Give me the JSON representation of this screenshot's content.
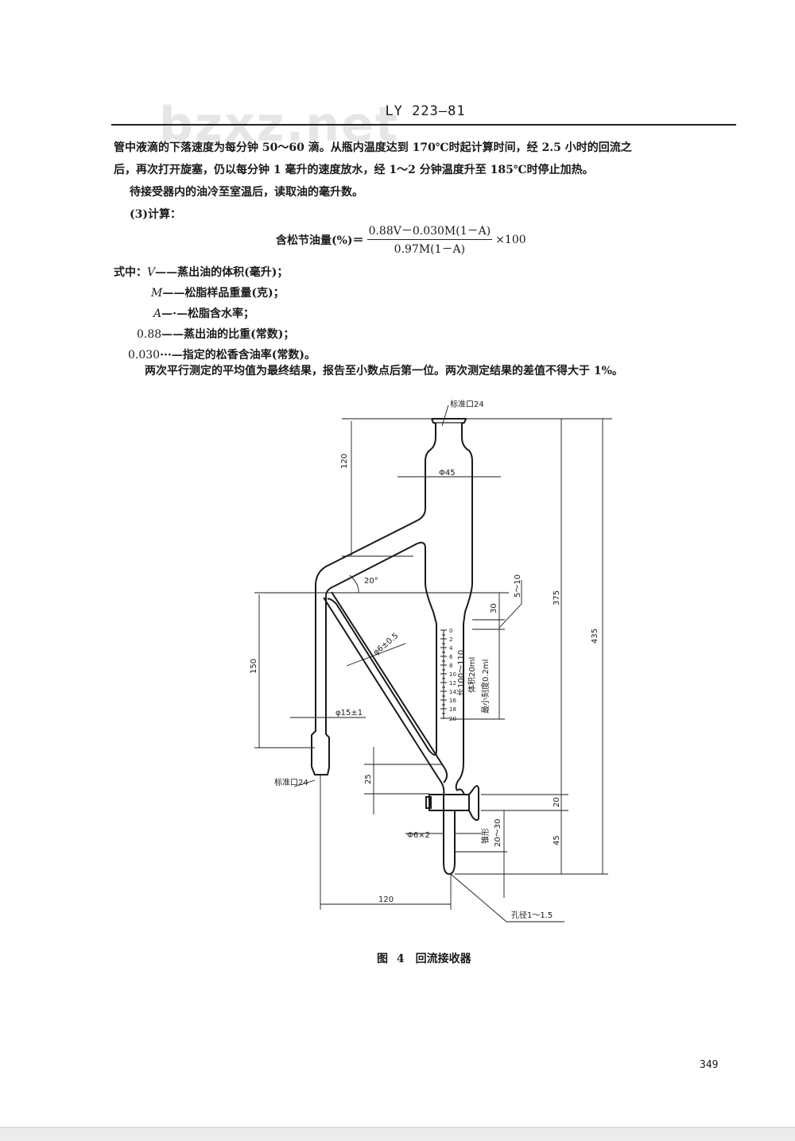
{
  "watermark": "bzxz.net",
  "header": {
    "standard_code": "LY 223—81"
  },
  "body": {
    "para1_line1": "管中液滴的下落速度为每分钟 50～60 滴。从瓶内温度达到 170℃时起计算时间，经 2.5 小时的回流之",
    "para1_line2": "后，再次打开旋塞，仍以每分钟 1 毫升的速度放水，经 1～2 分钟温度升至 185℃时停止加热。",
    "para2": "待接受器内的油冷至室温后，读取油的毫升数。",
    "section_calc": "(3)计算："
  },
  "formula": {
    "lhs": "含松节油量(%)＝",
    "numerator": "0.88V－0.030M(1－A)",
    "denominator": "0.97M(1－A)",
    "multiplier": "×100"
  },
  "definitions": {
    "intro": "式中：",
    "items": [
      {
        "symbol": "V",
        "desc": "——蒸出油的体积(毫升)；"
      },
      {
        "symbol": "M",
        "desc": "——松脂样品重量(克)；"
      },
      {
        "symbol": "A",
        "desc": "—·—松脂含水率；"
      },
      {
        "symbol": "0.88",
        "desc": "——蒸出油的比重(常数)；"
      },
      {
        "symbol": "0.030",
        "desc": "···—指定的松香含油率(常数)。"
      }
    ]
  },
  "conclusion": "两次平行测定的平均值为最终结果，报告至小数点后第一位。两次测定结果的差值不得大于 1%。",
  "figure": {
    "labels": {
      "top_joint": "标准口24",
      "side_joint": "标准口24",
      "dim_120_top": "120",
      "dim_phi45": "Φ45",
      "angle": "20°",
      "dim_150": "150",
      "dim_phi6": "φ6±0.5",
      "dim_phi15": "φ15±1",
      "dim_30": "30",
      "dim_5_10": "5～10",
      "grad_length": "长100～110",
      "grad_volume": "体积20ml",
      "grad_min": "最小刻度0.2ml",
      "dim_375": "375",
      "dim_435": "435",
      "dim_25": "25",
      "dim_20": "20",
      "dim_45": "45",
      "dim_phi6x2": "Φ6×2",
      "taper": "锥形",
      "dim_20_30": "20～30",
      "dim_120_bottom": "120",
      "hole": "孔径1～1.5"
    },
    "graduations": [
      "0",
      "2",
      "4",
      "6",
      "8",
      "10",
      "12",
      "14",
      "16",
      "18",
      "20"
    ],
    "caption": "图 4　回流接收器"
  },
  "page_number": "349"
}
